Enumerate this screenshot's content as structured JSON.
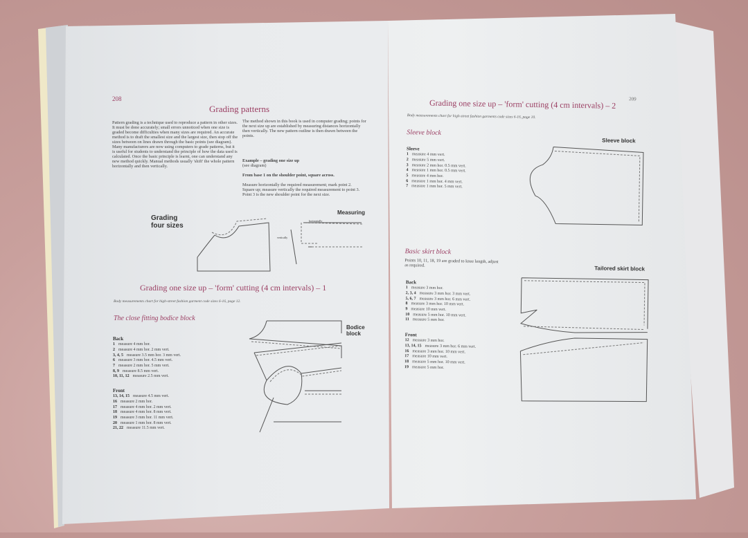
{
  "left_page": {
    "page_number": "208",
    "title": "Grading patterns",
    "intro_col1": "Pattern grading is a technique used to reproduce a pattern in other sizes. It must be done accurately; small errors unnoticed when one size is graded become difficulties when many sizes are required. An accurate method is to draft the smallest size and the largest size, then stop off the sizes between on lines drawn through the basic points (see diagram).\n   Many manufacturers are now using computers to grade patterns, but it is useful for students to understand the principle of how the data used is calculated. Once the basic principle is learnt, one can understand any new method quickly. Manual methods usually 'shift' the whole pattern horizontally and then vertically.",
    "intro_col2": "   The method shown in this book is used in computer grading; points for the next size up are established by measuring distances horizontally then vertically. The new pattern outline is then drawn between the points.",
    "example_heading": "Example – grading one size up",
    "example_see": "(see diagram)",
    "example_bold": "From base 1 on the shoulder point, square across.",
    "example_text": "Measure horizontally the required measurement; mark point 2.\nSquare up; measure vertically the required measurement to point 3.\nPoint 3 is the new shoulder point for the next size.",
    "diagram_grading_label": "Grading\nfour sizes",
    "diagram_measuring_label": "Measuring",
    "diagram_horizontally": "horizontally",
    "diagram_vertically": "vertically",
    "section_title": "Grading one size up – 'form' cutting (4 cm intervals) – 1",
    "section_subtitle": "Body measurements chart for high-street fashion garment code sizes 6-16, page 12.",
    "block_title": "The close fitting bodice block",
    "diagram_label": "Bodice\nblock",
    "back_heading": "Back",
    "back_items": [
      [
        "1",
        "measure 4 mm hor."
      ],
      [
        "2",
        "measure 4 mm hor. 2 mm vert."
      ],
      [
        "3, 4, 5",
        "measure 3.5 mm hor. 3 mm vert."
      ],
      [
        "6",
        "measure 3 mm hor. 4.5 mm vert."
      ],
      [
        "7",
        "measure 2 mm hor. 5 mm vert."
      ],
      [
        "8, 9",
        "measure 8.5 mm vert."
      ],
      [
        "10, 11, 12",
        "measure 2.5 mm vert."
      ]
    ],
    "front_heading": "Front",
    "front_items": [
      [
        "13, 14, 15",
        "measure 4.5 mm vert."
      ],
      [
        "16",
        "measure 2 mm hor."
      ],
      [
        "17",
        "measure 4 mm hor. 2 mm vert."
      ],
      [
        "18",
        "measure 4 mm hor. 8 mm vert."
      ],
      [
        "19",
        "measure 3 mm hor. 11 mm vert."
      ],
      [
        "20",
        "measure 1 mm hor. 8 mm vert."
      ],
      [
        "21, 22",
        "measure 11.5 mm vert."
      ]
    ]
  },
  "right_page": {
    "page_number": "209",
    "section_title": "Grading one size up – 'form' cutting (4 cm intervals) – 2",
    "section_subtitle": "Body measurements chart for high-street fashion garments code sizes 6-16, page 10.",
    "sleeve_title": "Sleeve block",
    "sleeve_diagram_label": "Sleeve block",
    "sleeve_heading": "Sleeve",
    "sleeve_items": [
      [
        "1",
        "measure 4 mm vert."
      ],
      [
        "2",
        "measure 5 mm vert."
      ],
      [
        "3",
        "measure 2 mm hor. 0.5 mm vert."
      ],
      [
        "4",
        "measure 1 mm hor. 0.5 mm vert."
      ],
      [
        "5",
        "measure 4 mm hor."
      ],
      [
        "6",
        "measure 1 mm hor. 4 mm vert."
      ],
      [
        "7",
        "measure 1 mm hor. 5 mm vert."
      ]
    ],
    "skirt_title": "Basic skirt block",
    "skirt_note": "Points 10, 11, 18, 19 are graded to knee length, adjust as required.",
    "skirt_diagram_label": "Tailored skirt block",
    "back_heading": "Back",
    "back_items": [
      [
        "1",
        "measure 3 mm hor."
      ],
      [
        "2, 3, 4",
        "measure 3 mm hor. 3 mm vert."
      ],
      [
        "5, 6, 7",
        "measure 3 mm hor. 6 mm vert."
      ],
      [
        "8",
        "measure 3 mm hor. 10 mm vert."
      ],
      [
        "9",
        "measure 10 mm vert."
      ],
      [
        "10",
        "measure 5 mm hor. 10 mm vert."
      ],
      [
        "11",
        "measure 5 mm hor."
      ]
    ],
    "front_heading": "Front",
    "front_items": [
      [
        "12",
        "measure 3 mm hor."
      ],
      [
        "13, 14, 15",
        "measure 3 mm hor. 6 mm vert."
      ],
      [
        "16",
        "measure 3 mm hor. 10 mm vert."
      ],
      [
        "17",
        "measure 10 mm vert."
      ],
      [
        "18",
        "measure 5 mm hor. 10 mm vert."
      ],
      [
        "19",
        "measure 5 mm hor."
      ]
    ]
  },
  "colors": {
    "heading": "#9b3f63",
    "text": "#333333"
  }
}
